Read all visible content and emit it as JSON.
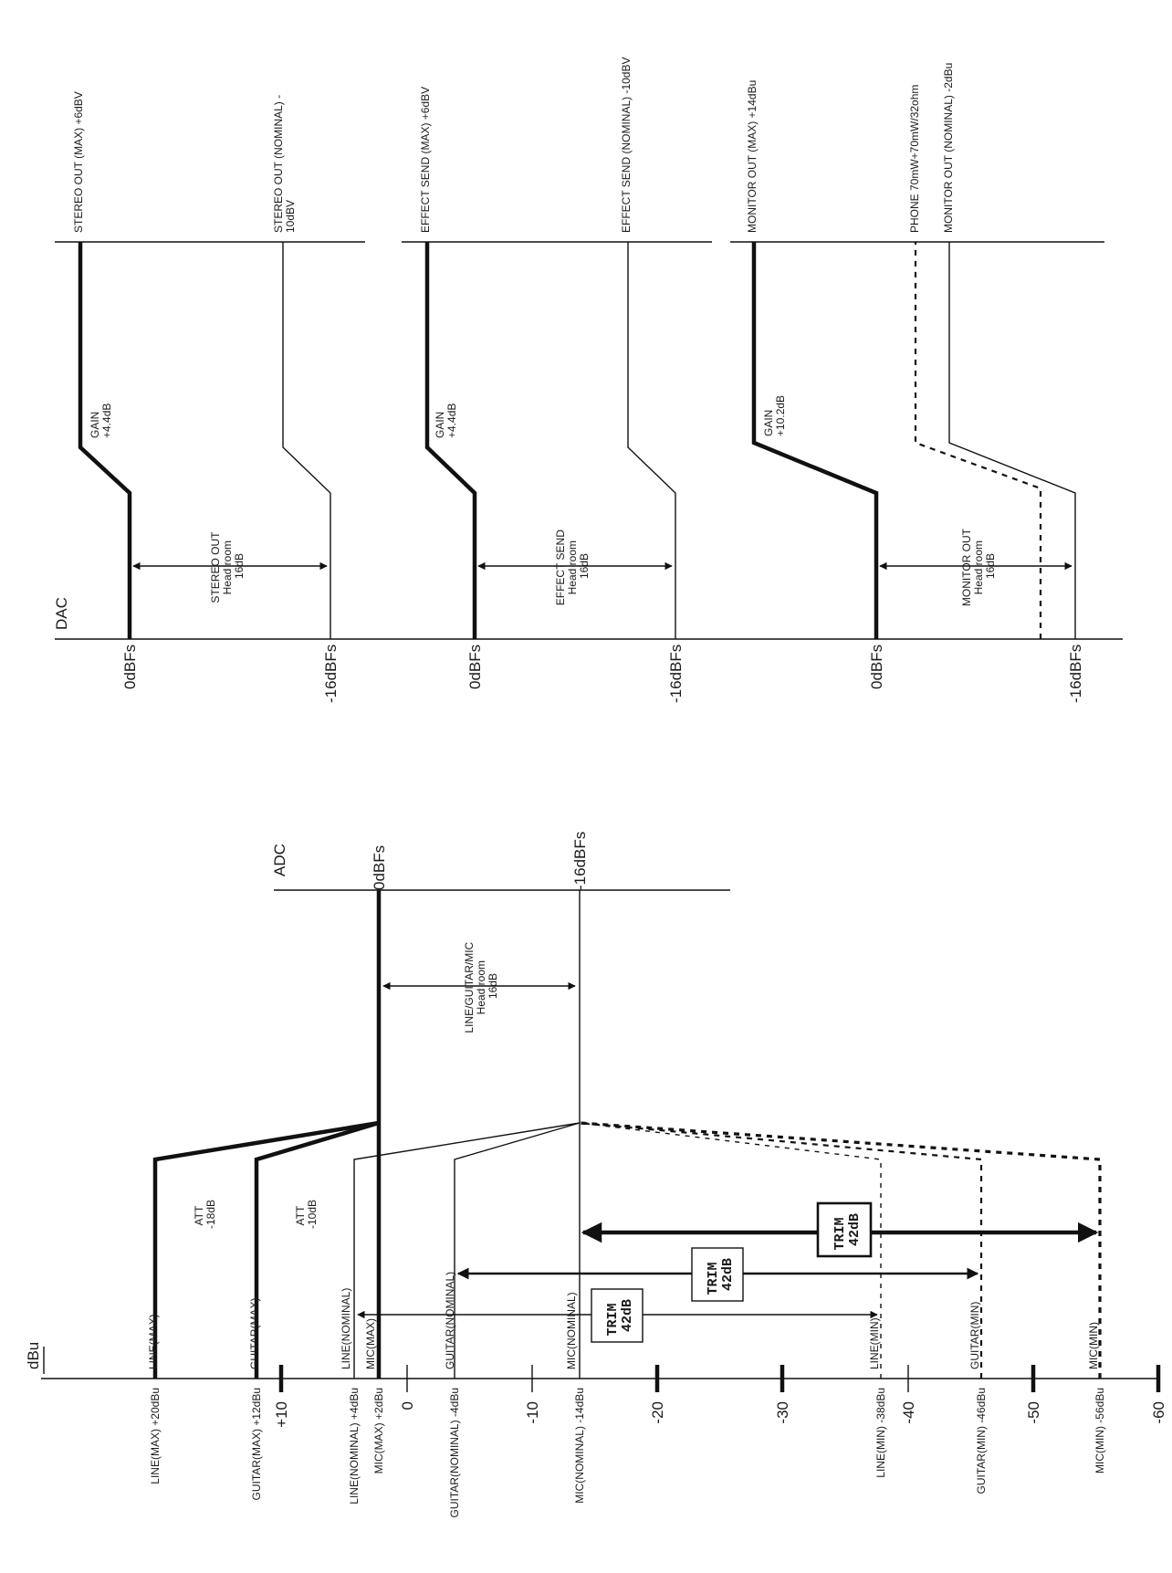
{
  "adc": {
    "title": "ADC",
    "unit_label": "dBu",
    "top_label": "0dBFs",
    "bottom_label": "-16dBFs",
    "scale_ticks": [
      "+10",
      "0",
      "-10",
      "-20",
      "-30",
      "-40",
      "-50",
      "-60"
    ],
    "levels": [
      {
        "tag": "LINE(MAX)",
        "value": "LINE(MAX) +20dBu"
      },
      {
        "tag": "GUITAR(MAX)",
        "value": "GUITAR(MAX) +12dBu"
      },
      {
        "tag": "LINE(NOMINAL)",
        "value": "LINE(NOMINAL) +4dBu"
      },
      {
        "tag": "MIC(MAX)",
        "value": "MIC(MAX) +2dBu"
      },
      {
        "tag": "GUITAR(NOMINAL)",
        "value": "GUITAR(NOMINAL) -4dBu"
      },
      {
        "tag": "MIC(NOMINAL)",
        "value": "MIC(NOMINAL) -14dBu"
      },
      {
        "tag": "LINE(MIN)",
        "value": "LINE(MIN) -38dBu"
      },
      {
        "tag": "GUITAR(MIN)",
        "value": "GUITAR(MIN) -46dBu"
      },
      {
        "tag": "MIC(MIN)",
        "value": "MIC(MIN) -56dBu"
      }
    ],
    "att_line": [
      "ATT",
      "-18dB"
    ],
    "att_guitar": [
      "ATT",
      "-10dB"
    ],
    "headroom": [
      "LINE/GUITAR/MIC",
      "Head room",
      "16dB"
    ],
    "trim_box": [
      "TRIM",
      "42dB"
    ]
  },
  "dac": {
    "title": "DAC",
    "top_label": "0dBFs",
    "bottom_label": "-16dBFs",
    "stereo": {
      "headroom": [
        "STEREO OUT",
        "Head room",
        "16dB"
      ],
      "gain": [
        "GAIN",
        "+4.4dB"
      ],
      "max": "STEREO OUT (MAX) +6dBV",
      "nominal": [
        "STEREO OUT (NOMINAL) -",
        "10dBV"
      ]
    },
    "effect": {
      "headroom": [
        "EFFECT SEND",
        "Head room",
        "16dB"
      ],
      "gain": [
        "GAIN",
        "+4.4dB"
      ],
      "max": "EFFECT SEND (MAX) +6dBV",
      "nominal": "EFFECT SEND (NOMINAL) -10dBV"
    },
    "monitor": {
      "headroom": [
        "MONITOR OUT",
        "Head room",
        "16dB"
      ],
      "gain": [
        "GAIN",
        "+10.2dB"
      ],
      "max": "MONITOR OUT (MAX) +14dBu",
      "phone": "PHONE 70mW+70mW/32ohm",
      "nominal": "MONITOR OUT (NOMINAL) -2dBu"
    }
  }
}
